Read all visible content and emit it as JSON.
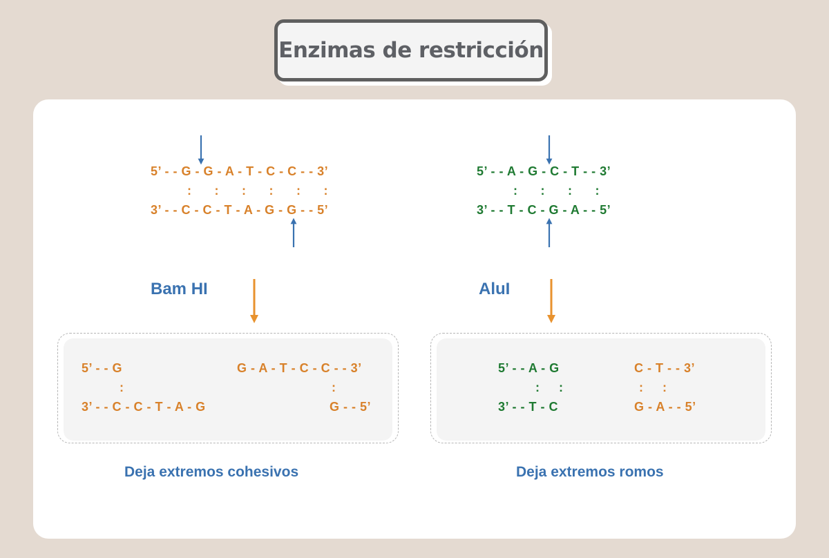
{
  "title": "Enzimas de restricción",
  "colors": {
    "background": "#e4dad1",
    "orange": "#d8812a",
    "green": "#1f7a32",
    "blue": "#3a72b0",
    "title_border": "#5f5f5f"
  },
  "bamhi": {
    "name": "Bam HI",
    "top_strand": "5’ - - G - G - A - T - C - C - - 3’",
    "pairs": ":      :      :      :      :      :",
    "bottom_strand": "3’ - - C - C - T - A - G - G - - 5’",
    "result": {
      "left_top": "5’ - - G",
      "left_pair": ":",
      "left_bottom": "3’ - - C - C - T - A - G",
      "right_top": "G - A - T - C - C - - 3’",
      "right_pair": ":",
      "right_bottom": "G - - 5’"
    },
    "caption": "Deja extremos cohesivos"
  },
  "alui": {
    "name": "AluI",
    "top_strand": "5’ - - A - G - C - T - - 3’",
    "pairs": ":      :      :      :",
    "bottom_strand": "3’ - - T - C - G - A - - 5’",
    "result": {
      "left_top": "5’ - - A - G",
      "left_pair": ":     :",
      "left_bottom": "3’ - - T - C",
      "right_top": "C - T - - 3’",
      "right_pair": ":     :",
      "right_bottom": "G - A - - 5’"
    },
    "caption": "Deja extremos romos"
  }
}
